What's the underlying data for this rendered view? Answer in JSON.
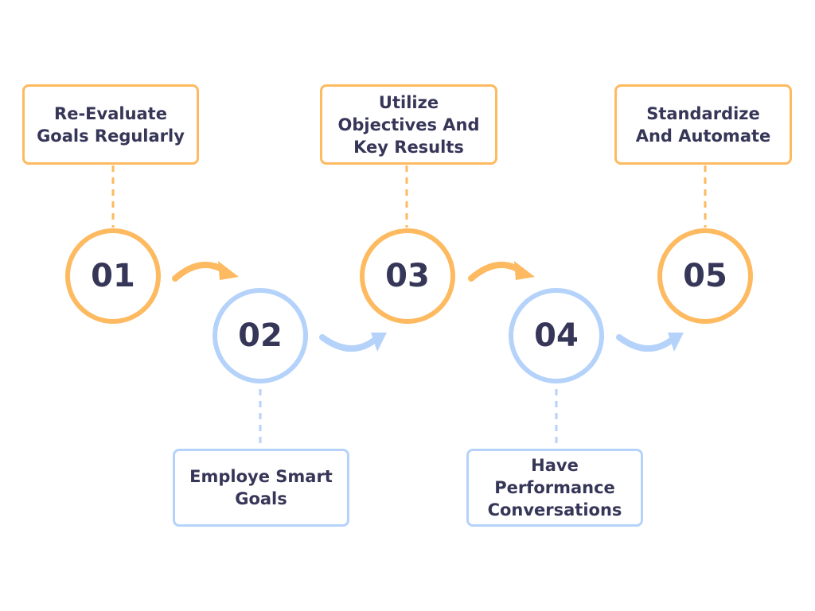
{
  "colors": {
    "orange": "#FDBA60",
    "blue": "#B5D3FA",
    "text": "#363658"
  },
  "steps": [
    {
      "number": "01",
      "label": "Re-Evaluate Goals Regularly",
      "color": "orange",
      "position": "top"
    },
    {
      "number": "02",
      "label": "Employe Smart Goals",
      "color": "blue",
      "position": "bottom"
    },
    {
      "number": "03",
      "label": "Utilize Objectives And Key Results",
      "color": "orange",
      "position": "top"
    },
    {
      "number": "04",
      "label": "Have Performance Conversations",
      "color": "blue",
      "position": "bottom"
    },
    {
      "number": "05",
      "label": "Standardize And Automate",
      "color": "orange",
      "position": "top"
    }
  ]
}
